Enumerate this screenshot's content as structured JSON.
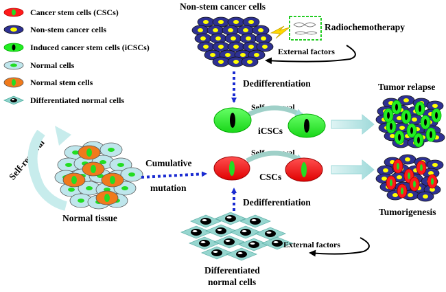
{
  "legend": [
    {
      "label": "Cancer stem cells (CSCs)",
      "icon": "cancer-stem-cell-icon"
    },
    {
      "label": "Non-stem cancer cells",
      "icon": "non-stem-cancer-cell-icon"
    },
    {
      "label": "Induced cancer stem cells (iCSCs)",
      "icon": "induced-cancer-stem-cell-icon"
    },
    {
      "label": "Normal cells",
      "icon": "normal-cell-icon"
    },
    {
      "label": "Normal stem cells",
      "icon": "normal-stem-cell-icon"
    },
    {
      "label": "Differentiated normal cells",
      "icon": "differentiated-normal-cell-icon"
    }
  ],
  "labels": {
    "non_stem_title": "Non-stem cancer cells",
    "radiochemotherapy": "Radiochemotherapy",
    "external_factors_top": "External factors",
    "dediff_top": "Dedifferentiation",
    "self_renewal_icsc": "Self-renewal",
    "icscs": "iCSCs",
    "tumor_relapse": "Tumor relapse",
    "self_renewal_normal": "Self-renewal",
    "cumulative": "Cumulative",
    "mutation": "mutation",
    "self_renewal_csc": "Self-renewal",
    "cscs": "CSCs",
    "tumorigenesis": "Tumorigenesis",
    "dediff_bottom": "Dedifferentiation",
    "normal_tissue": "Normal tissue",
    "external_factors_bottom": "External factors",
    "differentiated_l1": "Differentiated",
    "differentiated_l2": "normal cells"
  },
  "colors": {
    "cancer_stem": "#ff1a1a",
    "non_stem": "#2e3192",
    "non_stem_nucleus": "#ffff00",
    "induced": "#22ee22",
    "normal_cell": "#bfe6ec",
    "normal_nucleus": "#22dd22",
    "normal_stem": "#f07a1c",
    "differentiated": "#8ed3cc",
    "arrow_dotted": "#1a2bd1",
    "arrow_block": "#c8ecec",
    "lightning": "#ffd700",
    "dna_box": "#22cc22"
  }
}
